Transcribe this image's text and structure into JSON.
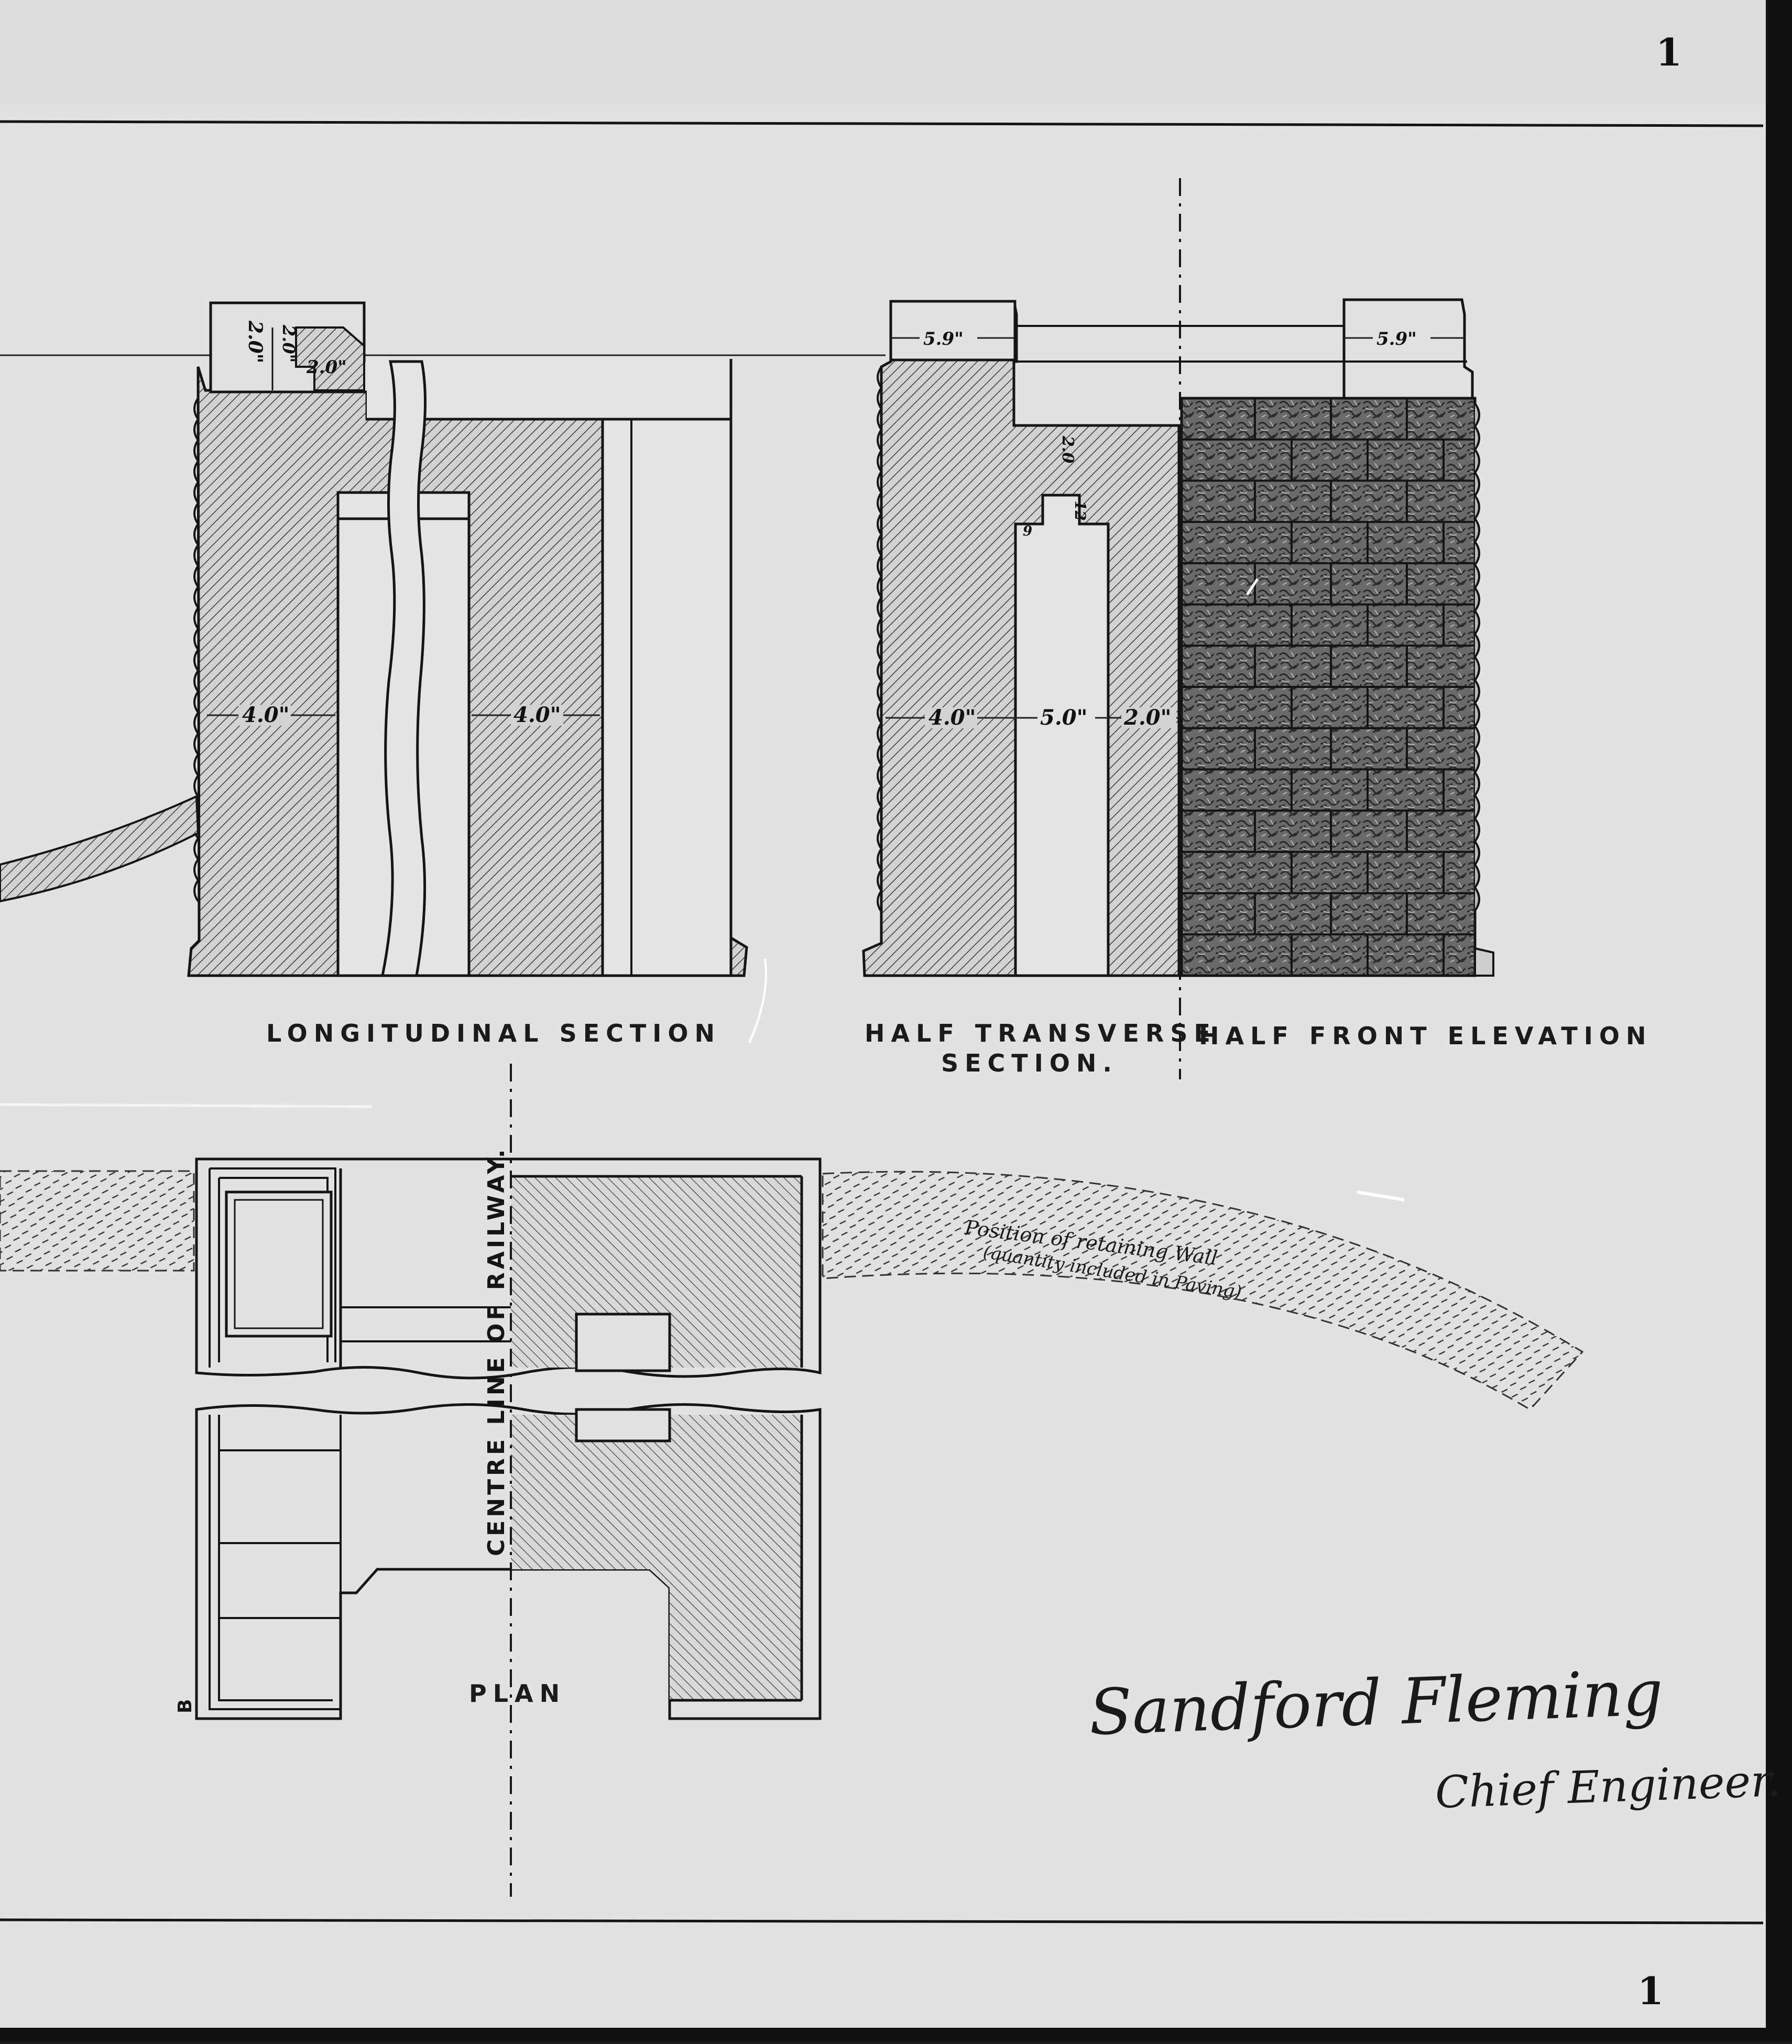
{
  "sheet": {
    "page_marks": [
      "1",
      "1"
    ],
    "paper_color": "#e2e2e2",
    "ink_color": "#151515"
  },
  "views": {
    "longitudinal": {
      "title": "LONGITUDINAL SECTION",
      "dims": [
        "2.0\"",
        "2.0\"",
        "2.0\"",
        "4.0\"",
        "4.0\""
      ]
    },
    "half_transverse": {
      "title_line1": "HALF TRANSVERSE",
      "title_line2": "SECTION.",
      "dims": [
        "5.9\"",
        "2.0",
        "12",
        "9",
        "4.0\"",
        "5.0\"",
        "2.0\""
      ]
    },
    "half_front": {
      "title": "HALF FRONT ELEVATION",
      "dims": [
        "5.9\""
      ]
    },
    "plan": {
      "title": "PLAN",
      "centre_line": "CENTRE LINE OF RAILWAY.",
      "section_mark": "B"
    }
  },
  "notes": {
    "retaining_line1": "Position of retaining Wall",
    "retaining_line2": "(quantity included in Paving)"
  },
  "signature": {
    "name": "Sandford Fleming",
    "title": "Chief Engineer."
  }
}
